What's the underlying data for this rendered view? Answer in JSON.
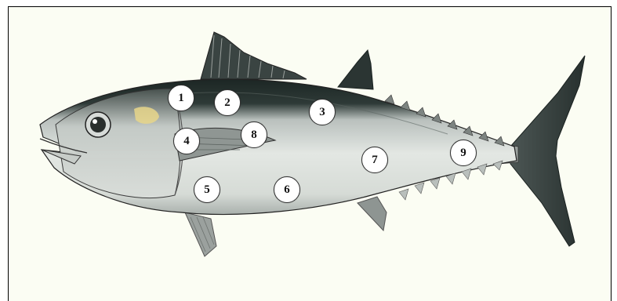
{
  "diagram": {
    "subject_icon": "tuna-fish-illustration",
    "colors": {
      "background": "#fbfdf3",
      "back": "#1f2a28",
      "belly": "#e8ebe6",
      "fin": "#8a8f8c",
      "marker_fill": "#ffffff"
    },
    "markers": [
      {
        "label": "1"
      },
      {
        "label": "2"
      },
      {
        "label": "3"
      },
      {
        "label": "4"
      },
      {
        "label": "5"
      },
      {
        "label": "6"
      },
      {
        "label": "7"
      },
      {
        "label": "8"
      },
      {
        "label": "9"
      }
    ]
  }
}
